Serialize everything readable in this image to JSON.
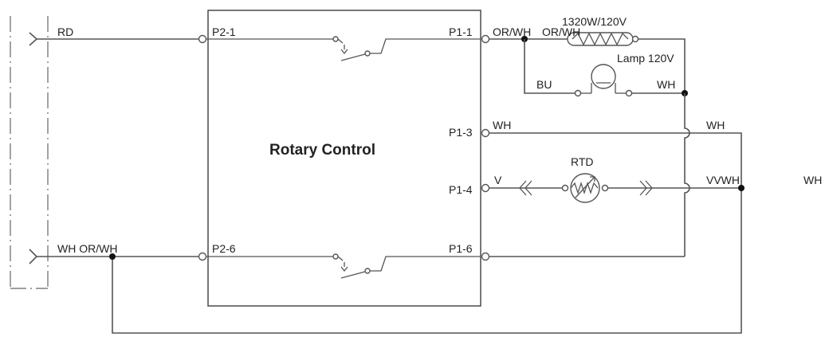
{
  "diagram": {
    "title": "Rotary Control",
    "ports": {
      "p2_1": "P2-1",
      "p2_6": "P2-6",
      "p1_1": "P1-1",
      "p1_3": "P1-3",
      "p1_4": "P1-4",
      "p1_6": "P1-6"
    },
    "wires": {
      "rd": "RD",
      "wh_orwh": "WH OR/WH",
      "orwh_1": "OR/WH",
      "orwh_2": "OR/WH",
      "bu": "BU",
      "wh_lamp": "WH",
      "wh_p13": "WH",
      "wh_right": "WH",
      "v": "V",
      "vvwh": "VVWH",
      "wh_far": "WH"
    },
    "components": {
      "heater": "1320W/120V",
      "lamp": "Lamp 120V",
      "rtd": "RTD"
    }
  }
}
